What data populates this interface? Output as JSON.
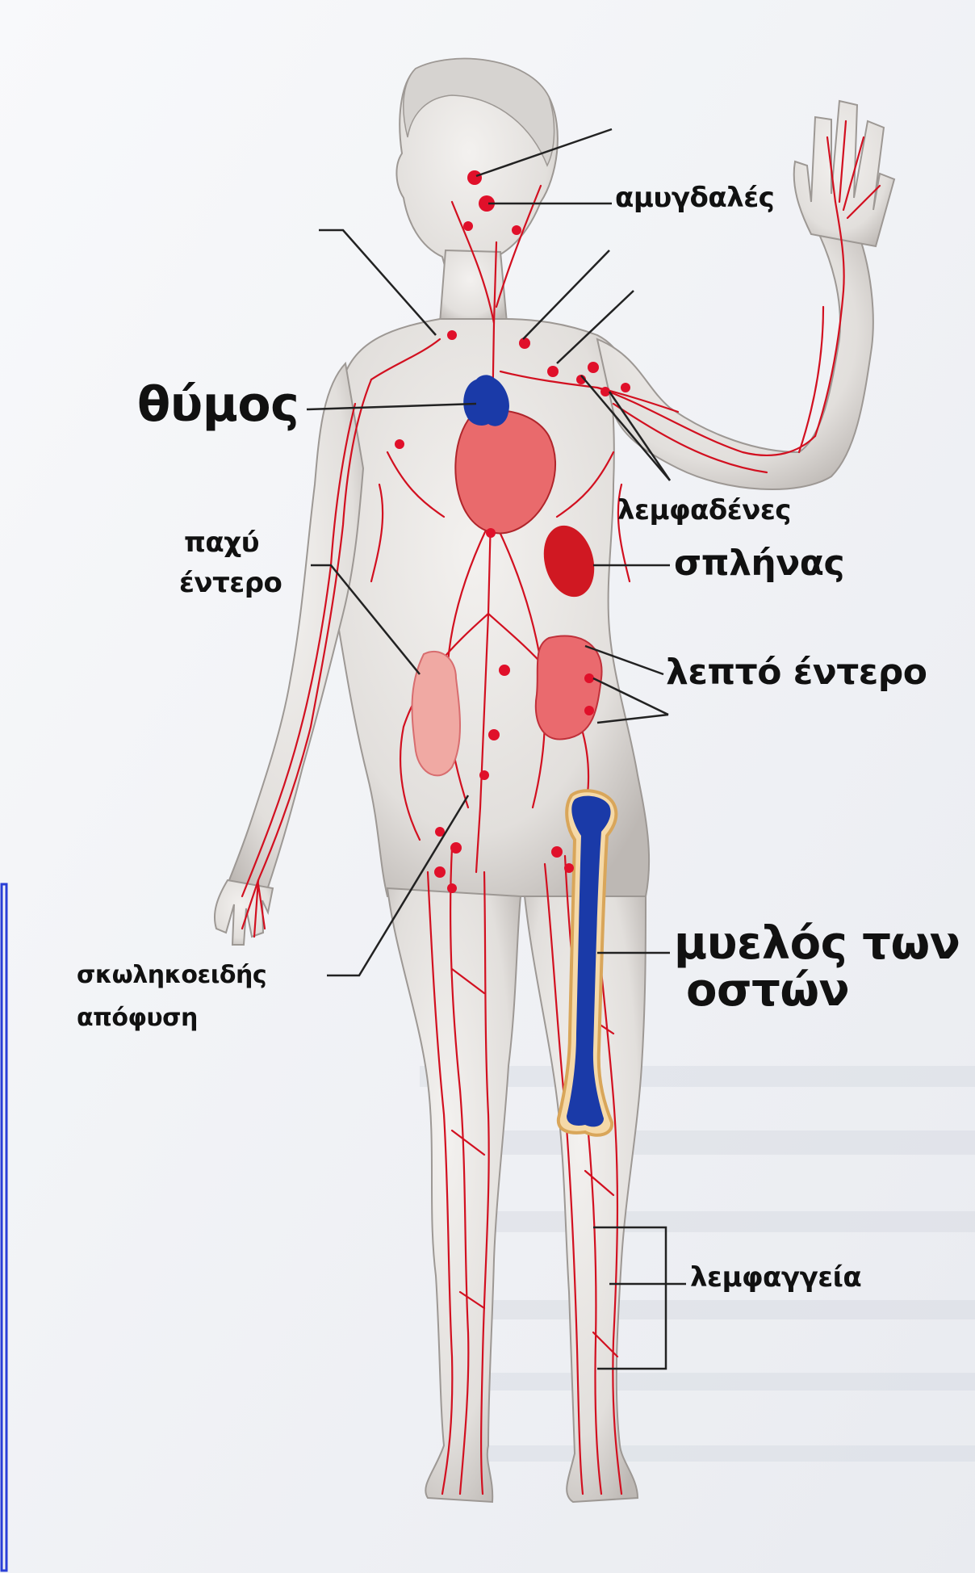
{
  "labels": {
    "tonsils": "αμυγδαλές",
    "thymus": "θύμος",
    "lymph_nodes": "λεμφαδένες",
    "large_intestine_1": "παχύ",
    "large_intestine_2": "έντερο",
    "spleen": "σπλήνας",
    "small_intestine": "λεπτό έντερο",
    "bone_marrow_1": "μυελός των",
    "bone_marrow_2": "οστών",
    "appendix_1": "σκωληκοειδής",
    "appendix_2": "απόφυση",
    "lymph_vessels": "λεμφαγγεία"
  },
  "colors": {
    "background": "#f4f5f8",
    "skin": "#e9e6e3",
    "skin_shadow": "#c9c5c2",
    "lymph_vessel": "#d21020",
    "node": "#e0102a",
    "organ": "#e63d45",
    "spleen": "#d01822",
    "thymus_marrow": "#1a3aa8",
    "frame": "#2a3fd6"
  }
}
